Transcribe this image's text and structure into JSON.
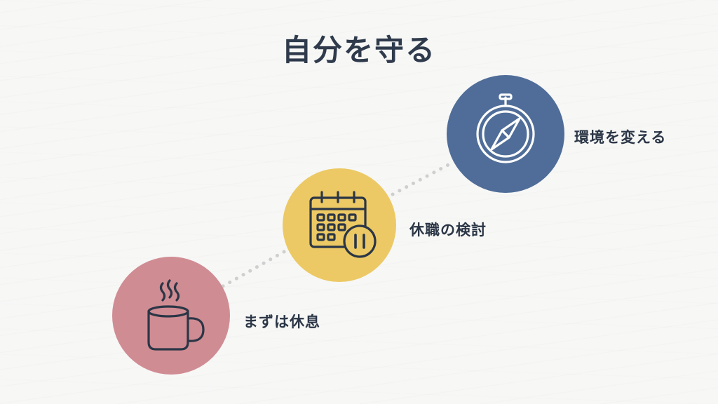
{
  "title": "自分を守る",
  "steps": [
    {
      "label": "まずは休息",
      "icon": "coffee-mug-icon",
      "color": "#d08c93"
    },
    {
      "label": "休職の検討",
      "icon": "calendar-pause-icon",
      "color": "#ecc964"
    },
    {
      "label": "環境を変える",
      "icon": "compass-icon",
      "color": "#4f6d98"
    }
  ],
  "colors": {
    "background": "#f7f7f6",
    "text": "#2f3b4c",
    "connector": "#cfcfcf",
    "icon_stroke": "#2b3646",
    "compass_stroke": "#ffffff"
  }
}
